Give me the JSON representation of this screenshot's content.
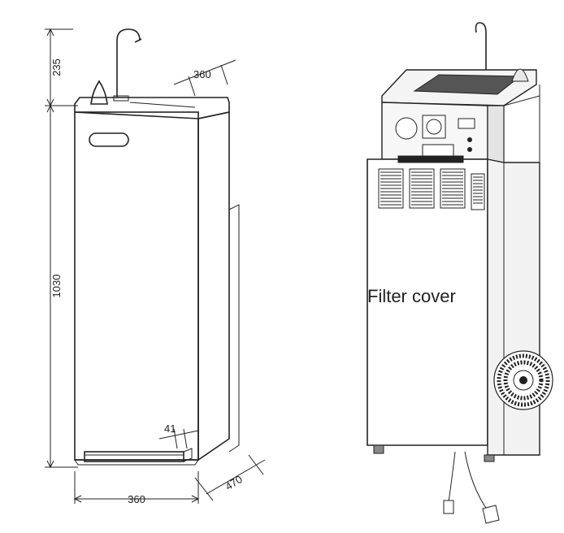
{
  "dimensions": {
    "faucet_height": "235",
    "total_height": "1030",
    "depth_top": "360",
    "width_bottom": "360",
    "depth_bottom": "470",
    "base_offset": "41"
  },
  "labels": {
    "filter_cover": "Filter cover"
  }
}
